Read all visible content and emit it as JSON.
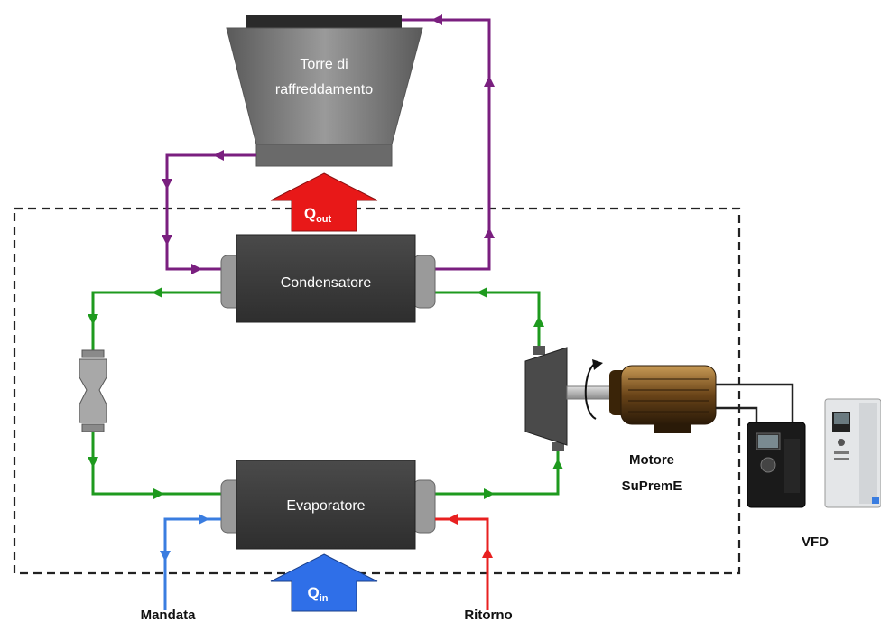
{
  "cooling_tower": {
    "label_line1": "Torre di",
    "label_line2": "raffreddamento"
  },
  "condenser": {
    "label": "Condensatore"
  },
  "evaporator": {
    "label": "Evaporatore"
  },
  "q_out": {
    "symbol": "Q",
    "subscript": "out"
  },
  "q_in": {
    "symbol": "Q",
    "subscript": "in"
  },
  "motor": {
    "label_line1": "Motore",
    "label_line2": "SuPremE"
  },
  "vfd": {
    "label": "VFD"
  },
  "supply": {
    "label": "Mandata"
  },
  "return": {
    "label": "Ritorno"
  },
  "colors": {
    "tower_loop": "#7a1f7f",
    "refrigerant_loop": "#1e9a1e",
    "supply_water": "#3a7de0",
    "return_water": "#e82020",
    "heat_out_arrow": "#e81818",
    "heat_in_arrow": "#2f6fe8",
    "component_body": "#3a3a3a",
    "header_cap": "#9a9a9a"
  }
}
